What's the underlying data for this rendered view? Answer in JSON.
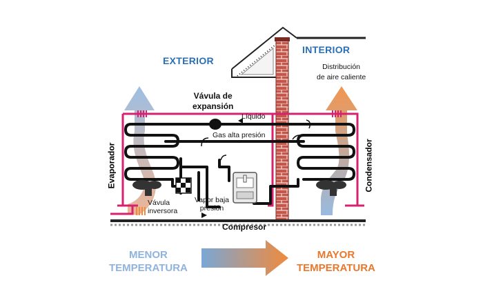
{
  "labels": {
    "exterior": "EXTERIOR",
    "interior": "INTERIOR",
    "distribution": [
      "Distribución",
      "de aire caliente"
    ],
    "expansion_valve": [
      "Vávula de",
      "expansión"
    ],
    "liquid": "Líquido",
    "high_pressure_gas": "Gas alta presión",
    "evaporator": "Evaporador",
    "condenser": "Condensador",
    "reversing_valve": [
      "Vávula",
      "inversora"
    ],
    "low_pressure_vapor": [
      "Vapor baja",
      "presión"
    ],
    "compressor": "Compresor",
    "lower_temp": [
      "MENOR",
      "TEMPERATURA"
    ],
    "higher_temp": [
      "MAYOR",
      "TEMPERATURA"
    ]
  },
  "colors": {
    "pipe": "#d6226f",
    "tube": "#111111",
    "brick": "#b5453a",
    "cool": "#7aa7d6",
    "warm": "#f08a3c",
    "title_blue": "#2a6fb6",
    "lower_temp_text": "#8fb3dc",
    "higher_temp_text": "#e8782e"
  }
}
